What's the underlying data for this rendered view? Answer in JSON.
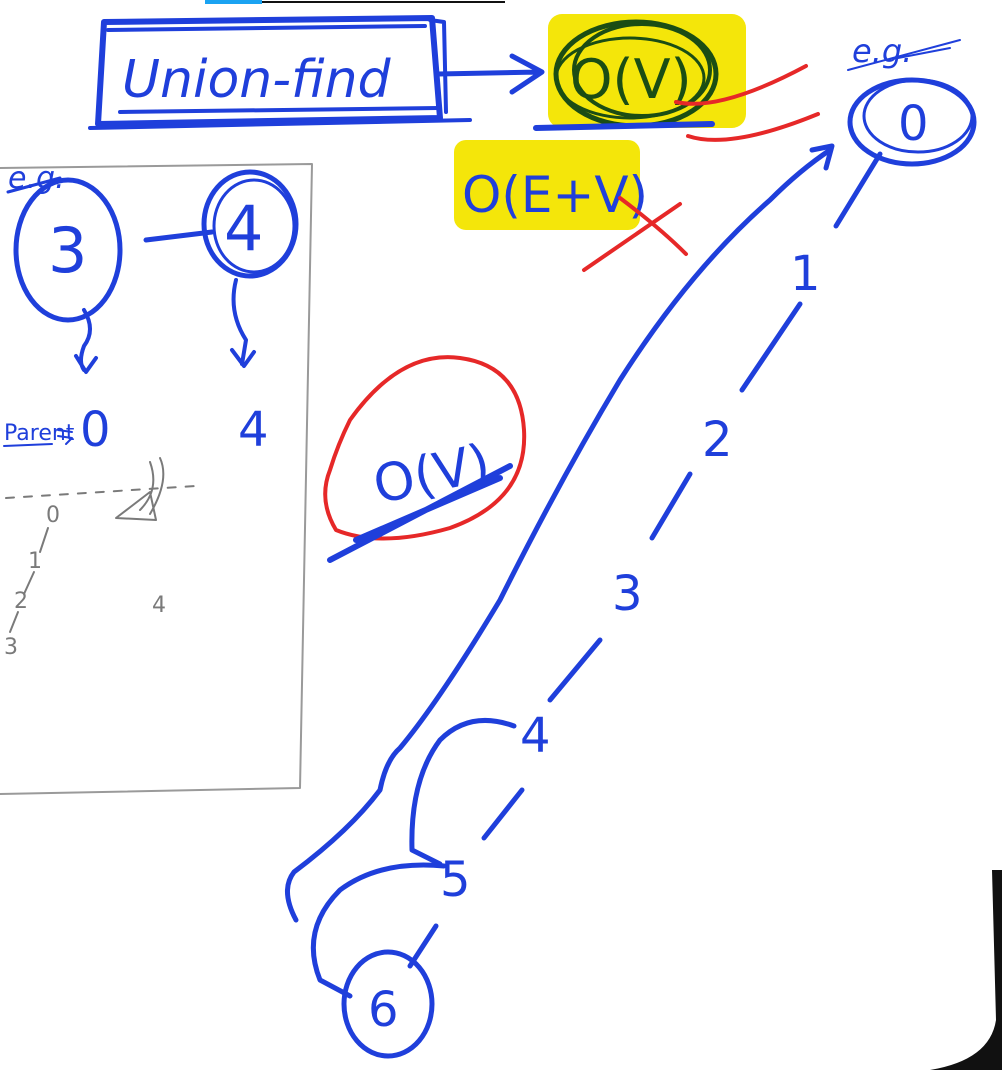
{
  "colors": {
    "ink_blue": "#1f3fdb",
    "ink_red": "#e62828",
    "ink_green": "#1b4d14",
    "highlight": "#f4e60a",
    "pencil": "#7a7a7a"
  },
  "title_box": {
    "text": "Union-find"
  },
  "complexities": {
    "highlighted_green": "O(V)",
    "highlighted_blue": "O(E+V)",
    "red_circled": "O(V)"
  },
  "eg_labels": {
    "left": "e.g.",
    "right": "e.g."
  },
  "left_example": {
    "node_a": "3",
    "node_b": "4",
    "parent_label": "Parent",
    "parent_a": "0",
    "parent_b": "4",
    "pencil_chain": [
      "0",
      "1",
      "2",
      "3"
    ],
    "pencil_side": "4"
  },
  "chain": {
    "top_node": "0",
    "bottom_node": "6",
    "edge_labels": [
      "1",
      "2",
      "3",
      "4",
      "5"
    ]
  }
}
